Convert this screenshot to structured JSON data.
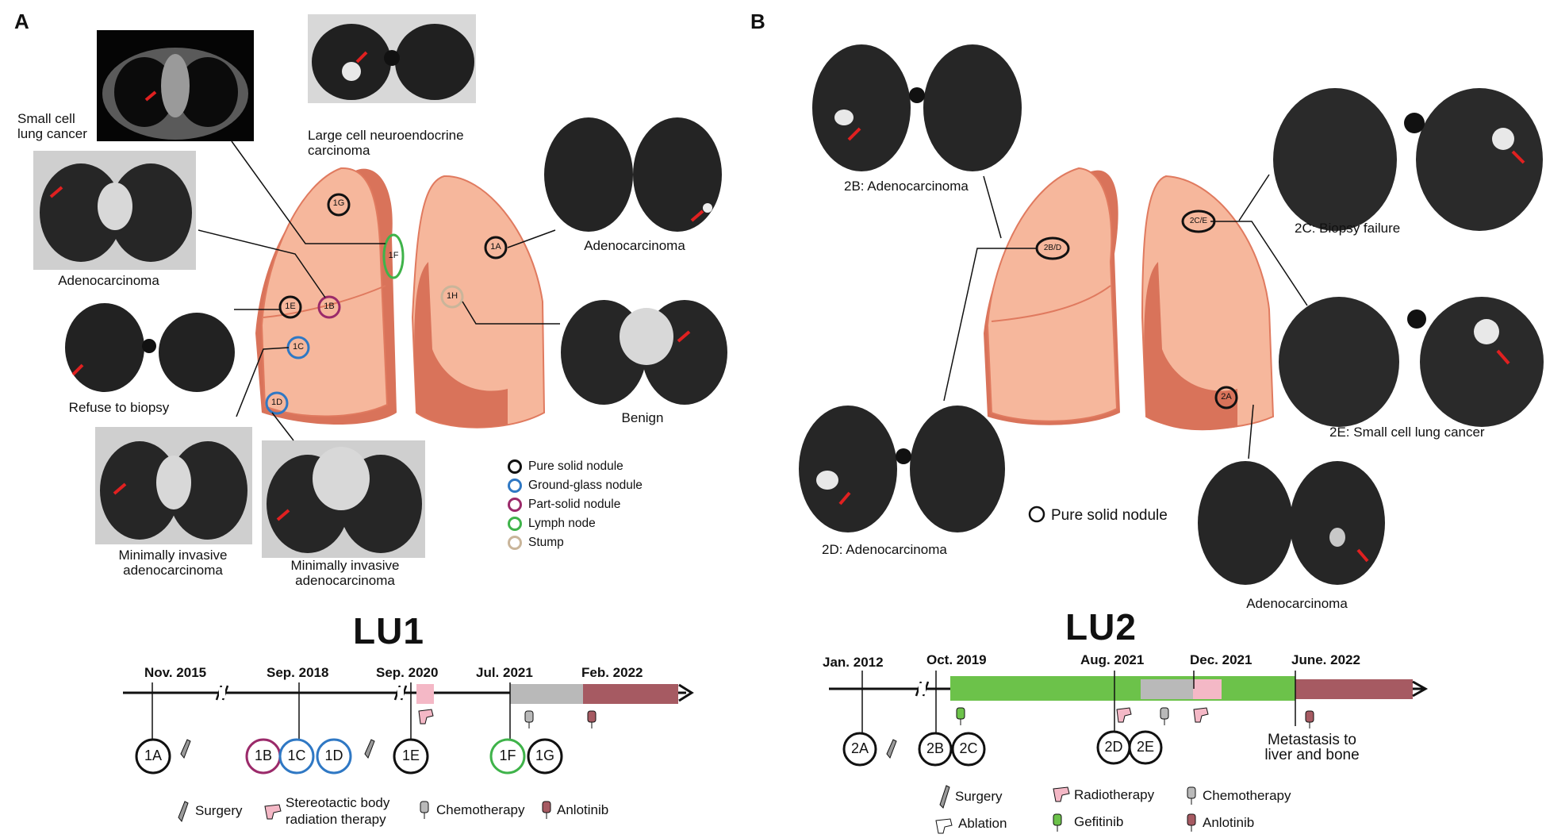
{
  "panelA": {
    "letter": "A",
    "labels": {
      "sclc": "Small cell\nlung cancer",
      "lcnc": "Large cell neuroendocrine\ncarcinoma",
      "adeno_left": "Adenocarcinoma",
      "refuse": "Refuse to biopsy",
      "mia1": "Minimally invasive\nadenocarcinoma",
      "mia2": "Minimally invasive\nadenocarcinoma",
      "adeno_right": "Adenocarcinoma",
      "benign": "Benign"
    },
    "nodules": [
      "1G",
      "1F",
      "1A",
      "1E",
      "1B",
      "1H",
      "1C",
      "1D"
    ],
    "legend": [
      {
        "label": "Pure solid nodule",
        "color": "#111111"
      },
      {
        "label": "Ground-glass nodule",
        "color": "#2f78c4"
      },
      {
        "label": "Part-solid nodule",
        "color": "#9b2a6a"
      },
      {
        "label": "Lymph node",
        "color": "#3fb34a"
      },
      {
        "label": "Stump",
        "color": "#c9b59a"
      }
    ],
    "title": "LU1",
    "dates": [
      "Nov. 2015",
      "Sep. 2018",
      "Sep. 2020",
      "Jul. 2021",
      "Feb. 2022"
    ],
    "timeline_nodes": [
      "1A",
      "1B",
      "1C",
      "1D",
      "1E",
      "1F",
      "1G"
    ],
    "treatments": [
      {
        "label": "Surgery",
        "icon": "scalpel-icon"
      },
      {
        "label": "Stereotactic body\nradiation therapy",
        "icon": "radiation-gun-icon"
      },
      {
        "label": "Chemotherapy",
        "icon": "iv-bag-icon"
      },
      {
        "label": "Anlotinib",
        "icon": "iv-bag-icon"
      }
    ]
  },
  "panelB": {
    "letter": "B",
    "labels": {
      "b2b": "2B: Adenocarcinoma",
      "b2c": "2C: Biopsy failure",
      "b2d": "2D: Adenocarcinoma",
      "b2e": "2E: Small cell lung cancer",
      "b2a": "Adenocarcinoma"
    },
    "nodules": [
      "2B/D",
      "2C/E",
      "2A"
    ],
    "legend_single": "Pure solid nodule",
    "title": "LU2",
    "dates": [
      "Jan. 2012",
      "Oct. 2019",
      "Aug. 2021",
      "Dec. 2021",
      "June. 2022"
    ],
    "timeline_nodes": [
      "2A",
      "2B",
      "2C",
      "2D",
      "2E"
    ],
    "metastasis": "Metastasis to\nliver and bone",
    "treatments": [
      {
        "label": "Surgery",
        "icon": "scalpel-icon"
      },
      {
        "label": "Radiotherapy",
        "icon": "radiation-gun-icon"
      },
      {
        "label": "Chemotherapy",
        "icon": "iv-bag-icon"
      },
      {
        "label": "Ablation",
        "icon": "ablation-icon"
      },
      {
        "label": "Gefitinib",
        "icon": "iv-bag-icon"
      },
      {
        "label": "Anlotinib",
        "icon": "iv-bag-icon"
      }
    ]
  },
  "colors": {
    "lung_fill": "#f6b79c",
    "lung_shadow": "#d9735a",
    "lung_stroke": "#e07a5f",
    "sbrt": "#f4b8c6",
    "chemo": "#b9b9b9",
    "anlotinib": "#a65a62",
    "gefitinib": "#6cc24a"
  }
}
